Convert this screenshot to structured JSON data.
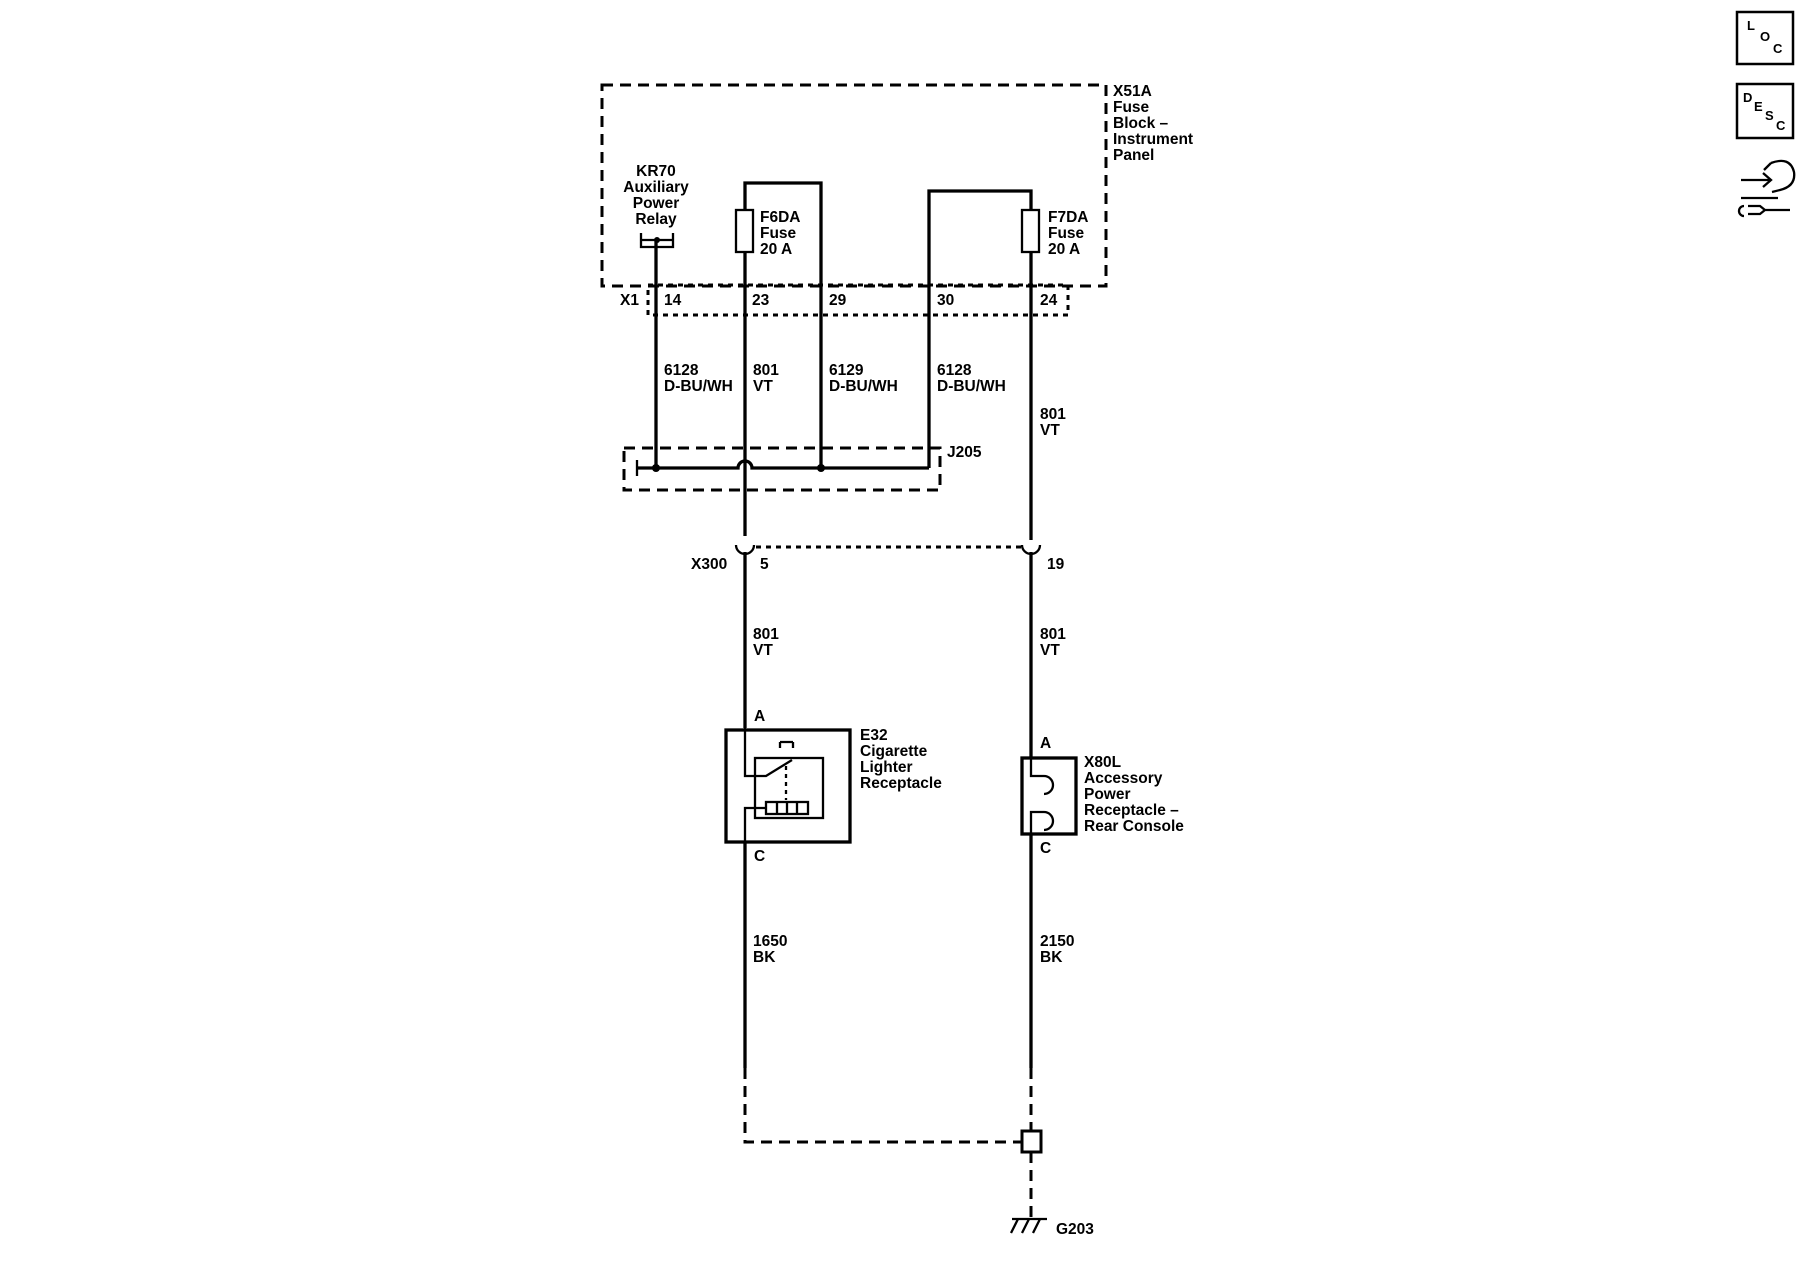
{
  "fuse_block": {
    "id": "X51A",
    "name_lines": [
      "Fuse",
      "Block –",
      "Instrument",
      "Panel"
    ],
    "connector": "X1"
  },
  "relay": {
    "id": "KR70",
    "name_lines": [
      "Auxiliary",
      "Power",
      "Relay"
    ]
  },
  "fuses": [
    {
      "id": "F6DA",
      "type": "Fuse",
      "rating": "20 A"
    },
    {
      "id": "F7DA",
      "type": "Fuse",
      "rating": "20 A"
    }
  ],
  "x1_pins": [
    "14",
    "23",
    "29",
    "30",
    "24"
  ],
  "wires_top": [
    {
      "circuit": "6128",
      "color": "D-BU/WH"
    },
    {
      "circuit": "801",
      "color": "VT"
    },
    {
      "circuit": "6129",
      "color": "D-BU/WH"
    },
    {
      "circuit": "6128",
      "color": "D-BU/WH"
    },
    {
      "circuit": "801",
      "color": "VT"
    }
  ],
  "splice": {
    "id": "J205"
  },
  "connector_x300": {
    "id": "X300",
    "pins": [
      "5",
      "19"
    ]
  },
  "wires_mid": [
    {
      "circuit": "801",
      "color": "VT"
    },
    {
      "circuit": "801",
      "color": "VT"
    }
  ],
  "lighter": {
    "id": "E32",
    "name_lines": [
      "Cigarette",
      "Lighter",
      "Receptacle"
    ],
    "pin_in": "A",
    "pin_out": "C"
  },
  "outlet": {
    "id": "X80L",
    "name_lines": [
      "Accessory",
      "Power",
      "Receptacle –",
      "Rear Console"
    ],
    "pin_in": "A",
    "pin_out": "C"
  },
  "wires_ground": [
    {
      "circuit": "1650",
      "color": "BK"
    },
    {
      "circuit": "2150",
      "color": "BK"
    }
  ],
  "ground": {
    "id": "G203"
  },
  "nav": {
    "loc": [
      "L",
      "O",
      "C"
    ],
    "desc": [
      "D",
      "E",
      "S",
      "C"
    ],
    "connector_icon": "connector-wrench-icon"
  }
}
